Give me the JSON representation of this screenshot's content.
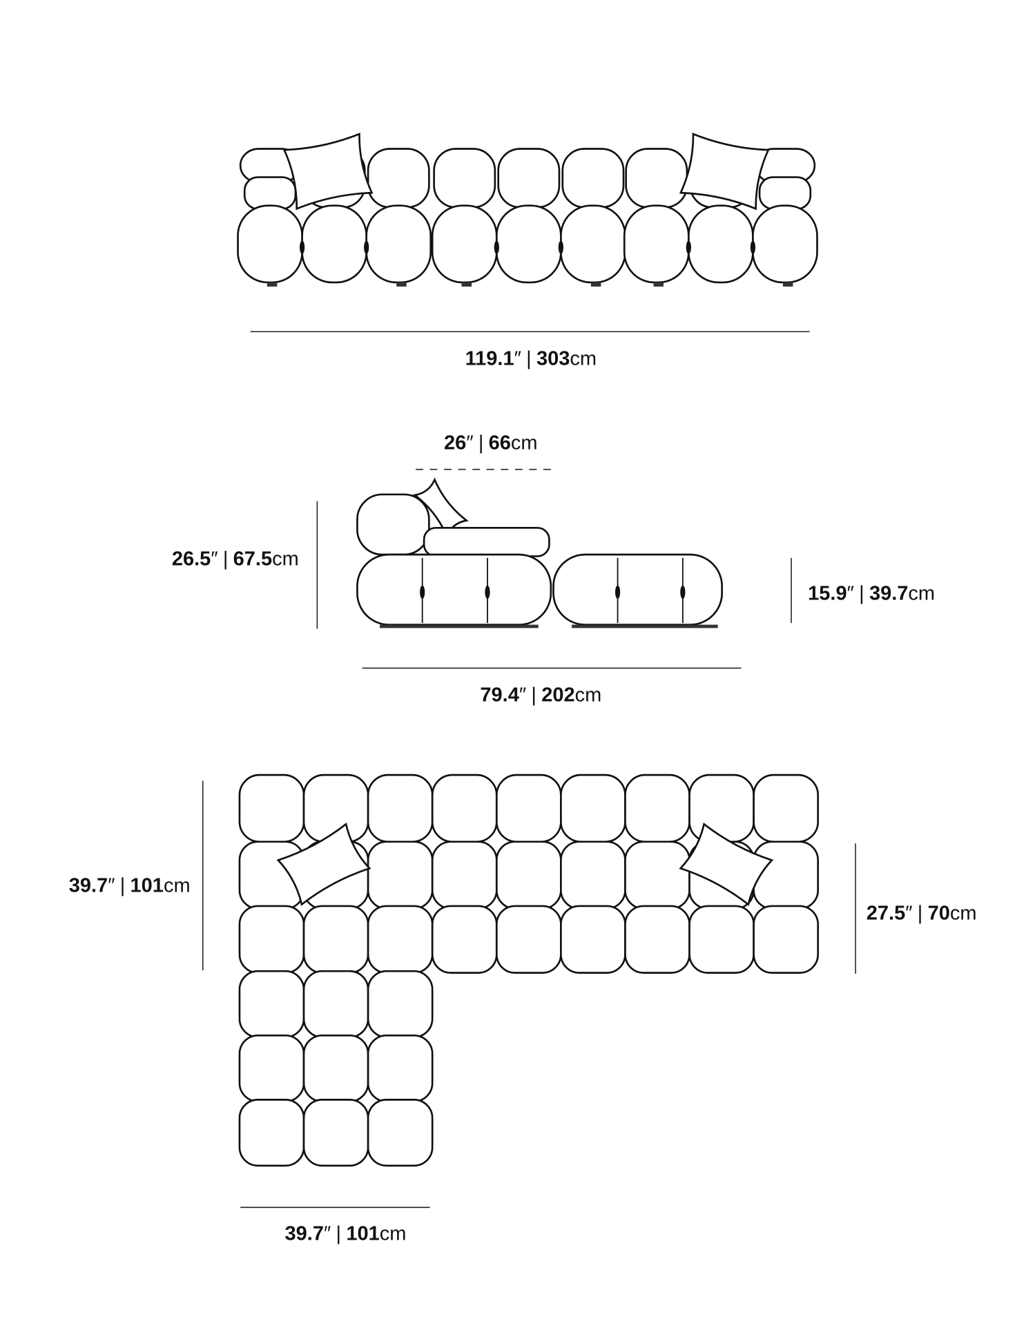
{
  "dimensions": {
    "front_width": {
      "inches": "119.1",
      "cm": "303",
      "unit_in": "″",
      "sep": "|",
      "unit_cm": "cm"
    },
    "side_seat_depth": {
      "inches": "26",
      "cm": "66",
      "unit_in": "″",
      "sep": "|",
      "unit_cm": "cm"
    },
    "side_height": {
      "inches": "26.5",
      "cm": "67.5",
      "unit_in": "″",
      "sep": "|",
      "unit_cm": "cm"
    },
    "side_seat_height": {
      "inches": "15.9",
      "cm": "39.7",
      "unit_in": "″",
      "sep": "|",
      "unit_cm": "cm"
    },
    "side_depth": {
      "inches": "79.4",
      "cm": "202",
      "unit_in": "″",
      "sep": "|",
      "unit_cm": "cm"
    },
    "plan_left_depth": {
      "inches": "39.7",
      "cm": "101",
      "unit_in": "″",
      "sep": "|",
      "unit_cm": "cm"
    },
    "plan_right_depth": {
      "inches": "27.5",
      "cm": "70",
      "unit_in": "″",
      "sep": "|",
      "unit_cm": "cm"
    },
    "plan_chaise_width": {
      "inches": "39.7",
      "cm": "101",
      "unit_in": "″",
      "sep": "|",
      "unit_cm": "cm"
    }
  },
  "colors": {
    "line": "#111111",
    "background": "#ffffff"
  }
}
